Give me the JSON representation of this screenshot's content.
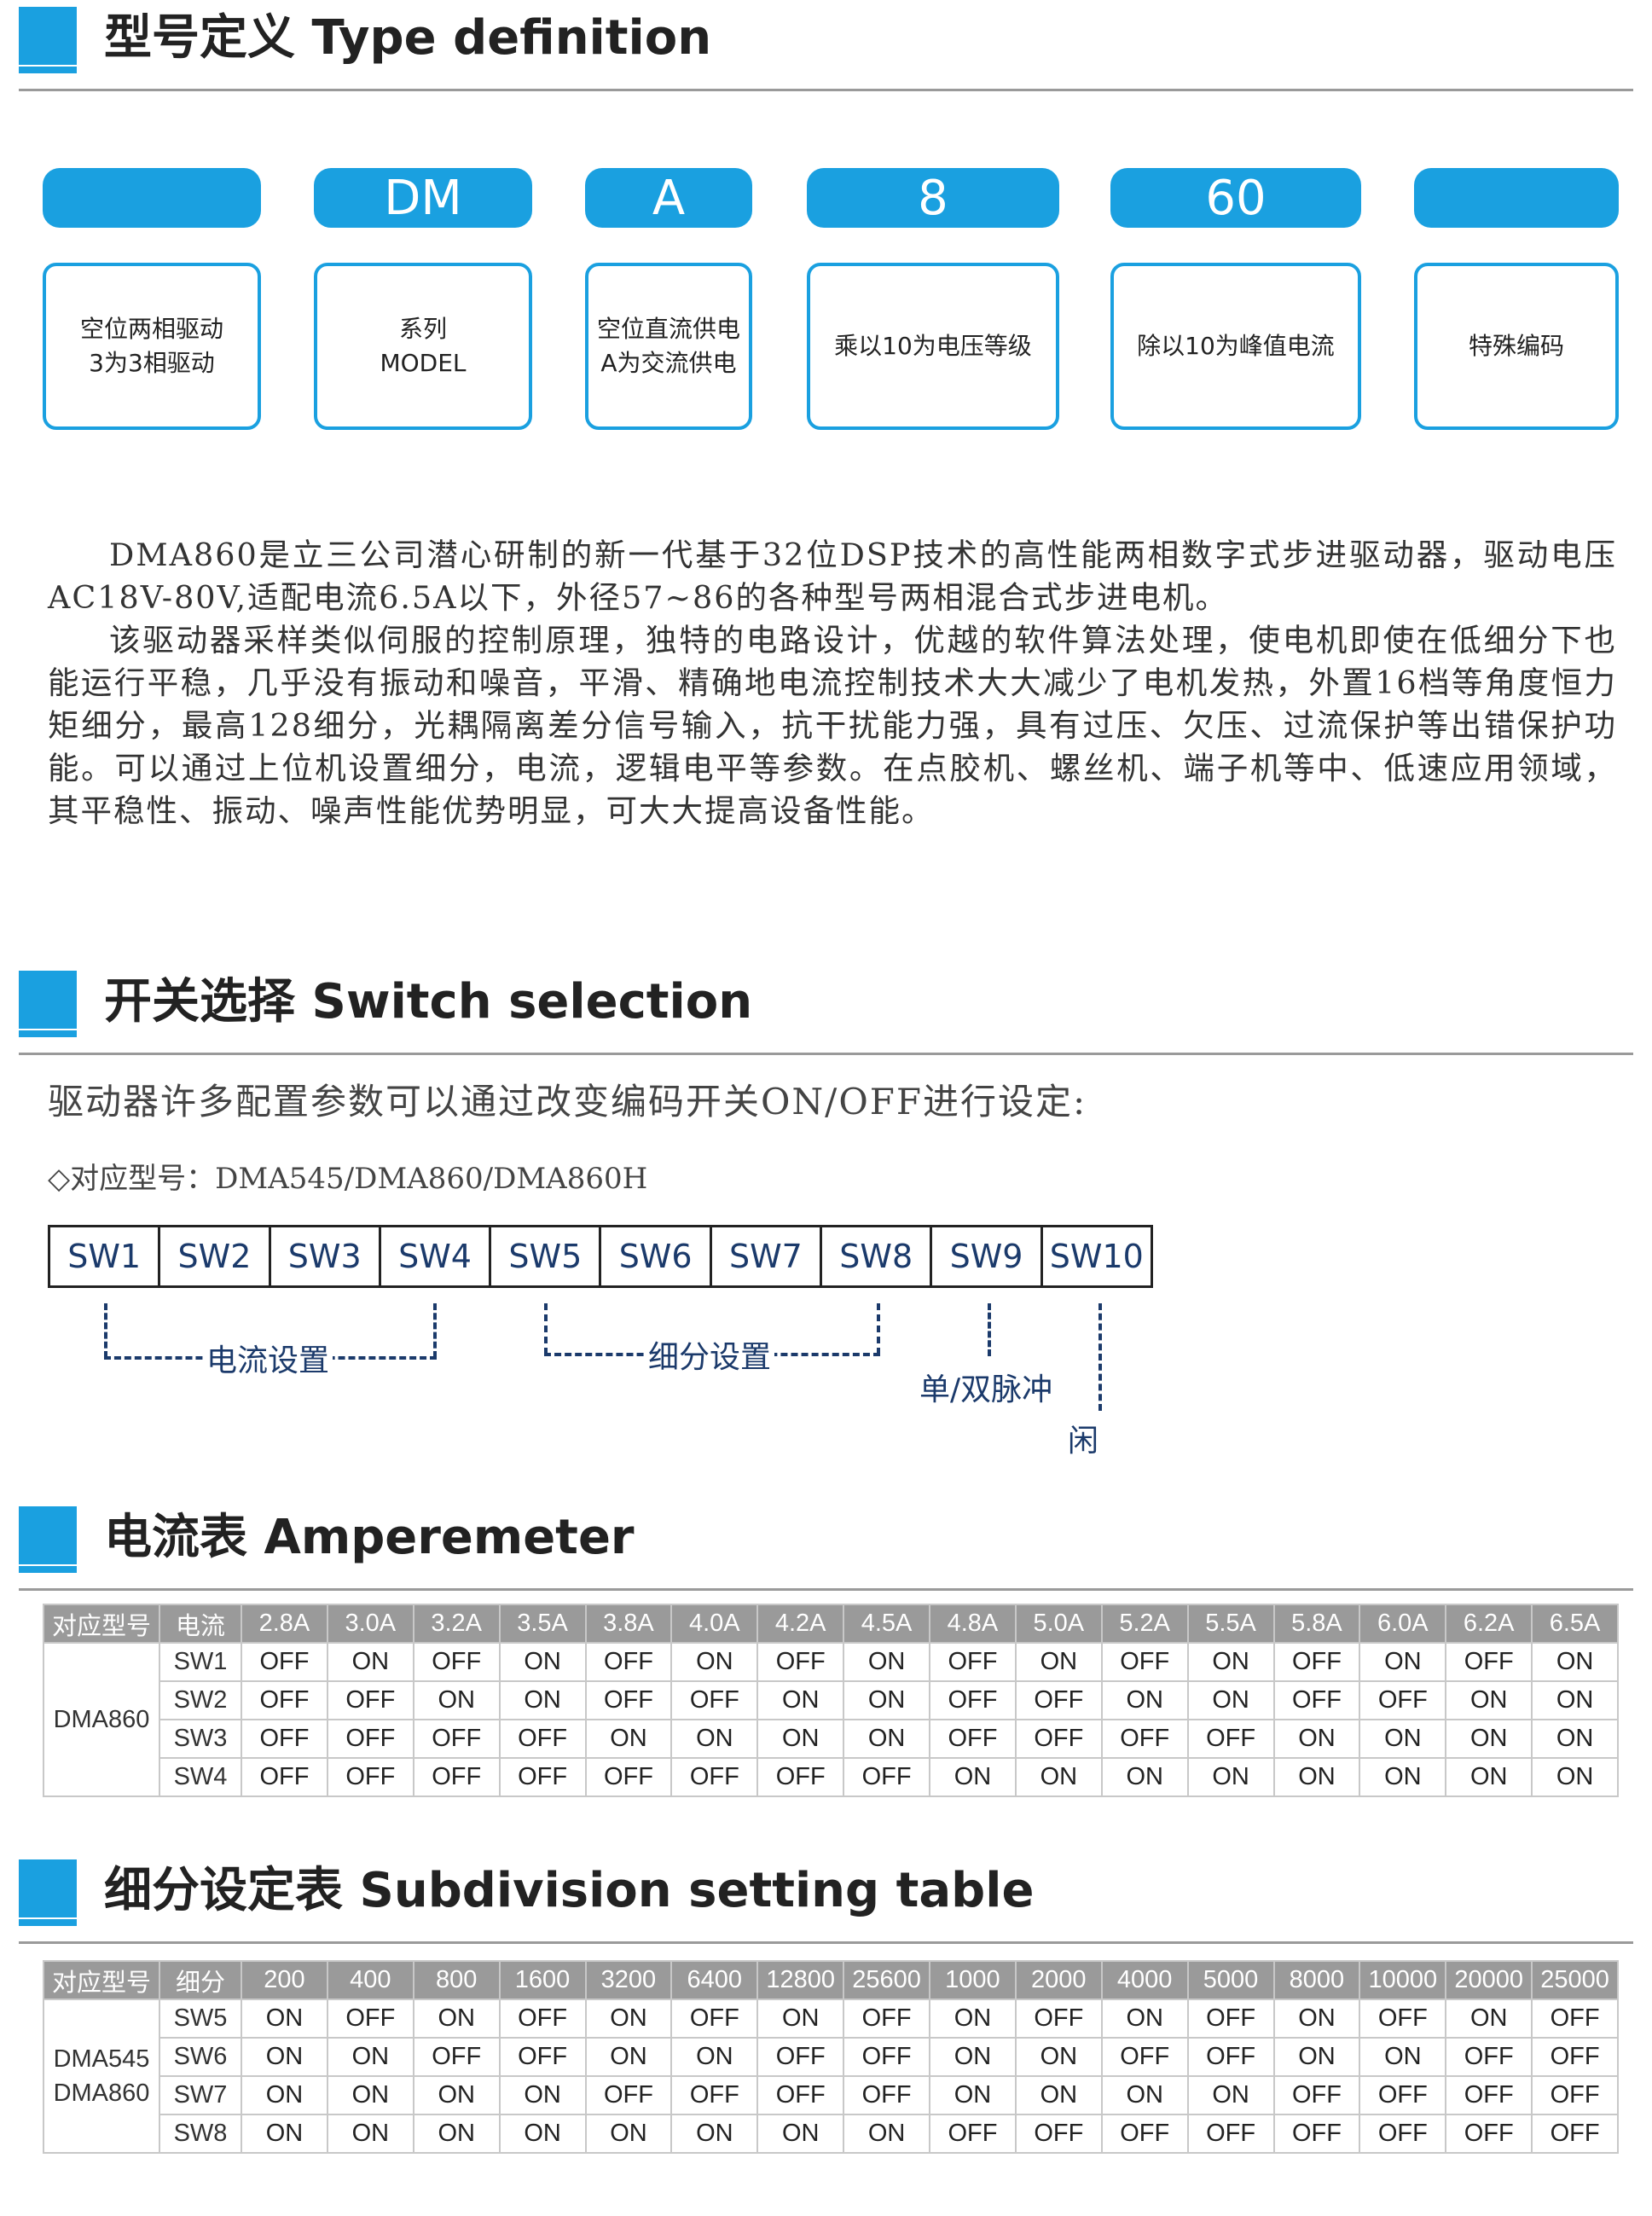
{
  "sections": {
    "type_definition": "型号定义  Type definition",
    "switch_selection": "开关选择  Switch selection",
    "amperemeter": "电流表  Amperemeter",
    "subdivision": "细分设定表  Subdivision setting table"
  },
  "type_definition": {
    "codes": [
      "",
      "DM",
      "A",
      "8",
      "60",
      ""
    ],
    "descriptions": [
      "空位两相驱动\n3为3相驱动",
      "系列\nMODEL",
      "空位直流供电\nA为交流供电",
      "乘以10为电压等级",
      "除以10为峰值电流",
      "特殊编码"
    ]
  },
  "intro": {
    "p1": "DMA860是立三公司潜心研制的新一代基于32位DSP技术的高性能两相数字式步进驱动器，驱动电压AC18V-80V,适配电流6.5A以下，外径57~86的各种型号两相混合式步进电机。",
    "p2": "该驱动器采样类似伺服的控制原理，独特的电路设计，优越的软件算法处理，使电机即使在低细分下也能运行平稳，几乎没有振动和噪音，平滑、精确地电流控制技术大大减少了电机发热，外置16档等角度恒力矩细分，最高128细分，光耦隔离差分信号输入，抗干扰能力强，具有过压、欠压、过流保护等出错保护功能。可以通过上位机设置细分，电流，逻辑电平等参数。在点胶机、螺丝机、端子机等中、低速应用领域，其平稳性、振动、噪声性能优势明显，可大大提高设备性能。"
  },
  "switch": {
    "intro": "驱动器许多配置参数可以通过改变编码开关ON/OFF进行设定:",
    "models": "◇对应型号：DMA545/DMA860/DMA860H",
    "switches": [
      "SW1",
      "SW2",
      "SW3",
      "SW4",
      "SW5",
      "SW6",
      "SW7",
      "SW8",
      "SW9",
      "SW10"
    ],
    "group_current": "电流设置",
    "group_subdiv": "细分设置",
    "group_pulse": "单/双脉冲",
    "group_idle": "闲"
  },
  "amperemeter": {
    "header": [
      "对应型号",
      "电流",
      "2.8A",
      "3.0A",
      "3.2A",
      "3.5A",
      "3.8A",
      "4.0A",
      "4.2A",
      "4.5A",
      "4.8A",
      "5.0A",
      "5.2A",
      "5.5A",
      "5.8A",
      "6.0A",
      "6.2A",
      "6.5A"
    ],
    "model": "DMA860",
    "rows": [
      {
        "sw": "SW1",
        "vals": [
          "OFF",
          "ON",
          "OFF",
          "ON",
          "OFF",
          "ON",
          "OFF",
          "ON",
          "OFF",
          "ON",
          "OFF",
          "ON",
          "OFF",
          "ON",
          "OFF",
          "ON"
        ]
      },
      {
        "sw": "SW2",
        "vals": [
          "OFF",
          "OFF",
          "ON",
          "ON",
          "OFF",
          "OFF",
          "ON",
          "ON",
          "OFF",
          "OFF",
          "ON",
          "ON",
          "OFF",
          "OFF",
          "ON",
          "ON"
        ]
      },
      {
        "sw": "SW3",
        "vals": [
          "OFF",
          "OFF",
          "OFF",
          "OFF",
          "ON",
          "ON",
          "ON",
          "ON",
          "OFF",
          "OFF",
          "OFF",
          "OFF",
          "ON",
          "ON",
          "ON",
          "ON"
        ]
      },
      {
        "sw": "SW4",
        "vals": [
          "OFF",
          "OFF",
          "OFF",
          "OFF",
          "OFF",
          "OFF",
          "OFF",
          "OFF",
          "ON",
          "ON",
          "ON",
          "ON",
          "ON",
          "ON",
          "ON",
          "ON"
        ]
      }
    ]
  },
  "subdivision": {
    "header": [
      "对应型号",
      "细分",
      "200",
      "400",
      "800",
      "1600",
      "3200",
      "6400",
      "12800",
      "25600",
      "1000",
      "2000",
      "4000",
      "5000",
      "8000",
      "10000",
      "20000",
      "25000"
    ],
    "model": "DMA545\nDMA860",
    "rows": [
      {
        "sw": "SW5",
        "vals": [
          "ON",
          "OFF",
          "ON",
          "OFF",
          "ON",
          "OFF",
          "ON",
          "OFF",
          "ON",
          "OFF",
          "ON",
          "OFF",
          "ON",
          "OFF",
          "ON",
          "OFF"
        ]
      },
      {
        "sw": "SW6",
        "vals": [
          "ON",
          "ON",
          "OFF",
          "OFF",
          "ON",
          "ON",
          "OFF",
          "OFF",
          "ON",
          "ON",
          "OFF",
          "OFF",
          "ON",
          "ON",
          "OFF",
          "OFF"
        ]
      },
      {
        "sw": "SW7",
        "vals": [
          "ON",
          "ON",
          "ON",
          "ON",
          "OFF",
          "OFF",
          "OFF",
          "OFF",
          "ON",
          "ON",
          "ON",
          "ON",
          "OFF",
          "OFF",
          "OFF",
          "OFF"
        ]
      },
      {
        "sw": "SW8",
        "vals": [
          "ON",
          "ON",
          "ON",
          "ON",
          "ON",
          "ON",
          "ON",
          "ON",
          "OFF",
          "OFF",
          "OFF",
          "OFF",
          "OFF",
          "OFF",
          "OFF",
          "OFF"
        ]
      }
    ]
  }
}
